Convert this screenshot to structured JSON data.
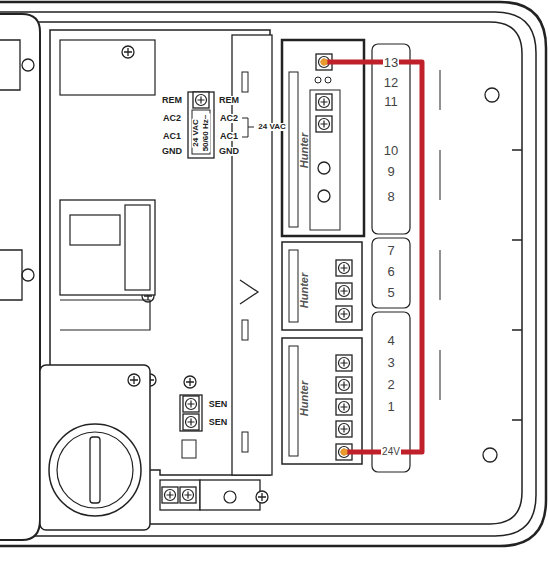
{
  "diagram": {
    "labels": [
      "REM",
      "AC2",
      "AC1",
      "GND",
      "24 VAC",
      "50/60 Hz~",
      "REM",
      "AC2",
      "AC1",
      "GND",
      "24 VAC",
      "Hunter",
      "13",
      "12",
      "11",
      "10",
      "9",
      "8",
      "Hunter",
      "7",
      "6",
      "5",
      "Hunter",
      "4",
      "3",
      "2",
      "1",
      "24V",
      "SEN",
      "SEN"
    ]
  }
}
